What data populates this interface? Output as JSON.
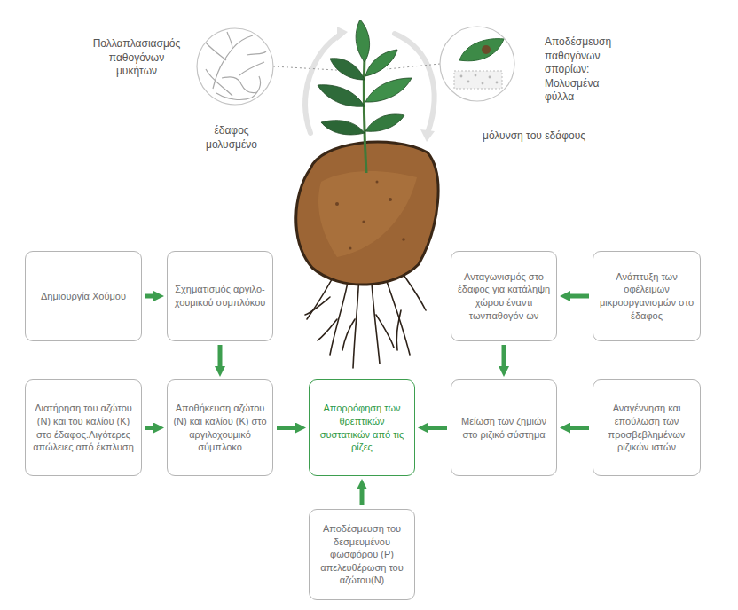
{
  "diagram": {
    "nodes": [
      {
        "text": [
          "Δημιουργία Χούμου"
        ]
      },
      {
        "text": [
          "Σχηματισμός αργιλο-χουμικού συμπλόκου"
        ]
      },
      {
        "text": [
          "Ανταγωνισμός στο έδαφος για κατάληψη χώρου έναντι τωνπαθογόν ων"
        ]
      },
      {
        "text": [
          "Ανάπτυξη των οφέλειμων μικροοργανισμών στο έδαφος"
        ]
      },
      {
        "text": [
          "Διατήρηση του αζώτου (N) και του καλίου (K) στο έδαφος.Λιγότερες απώλειες από έκπλυση"
        ]
      },
      {
        "text": [
          "Αποθήκευση αζώτου (N) και καλίου (K) στο αργιλοχουμικό σύμπλοκο"
        ]
      },
      {
        "text": [
          "Απορρόφηση των θρεπτικών συστατικών από τις ρίζες"
        ]
      },
      {
        "text": [
          "Μείωση των ζημιών στο ριζικό σύστημα"
        ]
      },
      {
        "text": [
          "Αναγέννηση και επούλωση των προσβεβλημένων ριζικών ιστών"
        ]
      },
      {
        "text": [
          "Αποδέσμευση του δεσμευμένου φωσφόρου (P) απελευθέρωση του αζώτου(N)"
        ]
      }
    ],
    "edges": [
      {
        "from": 0,
        "to": 1,
        "arrow": "to"
      },
      {
        "from": 1,
        "to": 5,
        "arrow": "to"
      },
      {
        "from": 4,
        "to": 5,
        "arrow": "to"
      },
      {
        "from": 5,
        "to": 6,
        "arrow": "to"
      },
      {
        "from": 3,
        "to": 2,
        "arrow": "to"
      },
      {
        "from": 2,
        "to": 7,
        "arrow": "to"
      },
      {
        "from": 8,
        "to": 7,
        "arrow": "to"
      },
      {
        "from": 7,
        "to": 6,
        "arrow": "to"
      },
      {
        "from": 9,
        "to": 6,
        "arrow": "to"
      }
    ],
    "labels": [
      "Πολλαπλασιασμός παθογόνων μυκήτων",
      "έδαφος μολυσμένο",
      "Αποδέσμευση παθογόνων σπορίων: Μολυσμένα φύλλα",
      "μόλυνση του εδάφους"
    ]
  }
}
